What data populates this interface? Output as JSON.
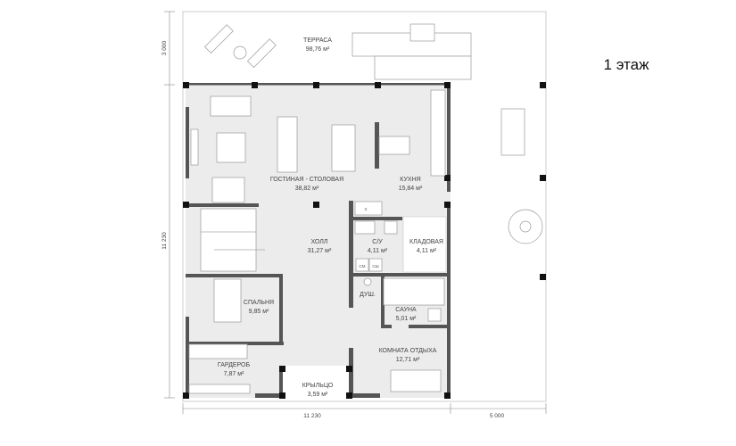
{
  "title": "1 этаж",
  "dimensions": {
    "bottom_house": "11 230",
    "bottom_yard": "5 000",
    "left_terrace": "3 000",
    "left_house": "11 230"
  },
  "rooms": [
    {
      "name": "ТЕРРАСА",
      "area": "98,76 м²"
    },
    {
      "name": "ГОСТИНАЯ - СТОЛОВАЯ",
      "area": "38,82 м²"
    },
    {
      "name": "КУХНЯ",
      "area": "15,84 м²"
    },
    {
      "name": "ХОЛЛ",
      "area": "31,27 м²"
    },
    {
      "name": "С/У",
      "area": "4,11 м²"
    },
    {
      "name": "КЛАДОВАЯ",
      "area": "4,11 м²"
    },
    {
      "name": "СПАЛЬНЯ",
      "area": "9,85 м²"
    },
    {
      "name": "ДУШ.",
      "area": ""
    },
    {
      "name": "САУНА",
      "area": "5,01 м²"
    },
    {
      "name": "КОМНАТА ОТДЫХА",
      "area": "12,71 м²"
    },
    {
      "name": "ГАРДЕРОБ",
      "area": "7,87 м²"
    },
    {
      "name": "КРЫЛЬЦО",
      "area": "3,59 м²"
    }
  ],
  "appliance_labels": {
    "washer": "СМ",
    "dryer": "СШ",
    "fridge": "Х"
  }
}
